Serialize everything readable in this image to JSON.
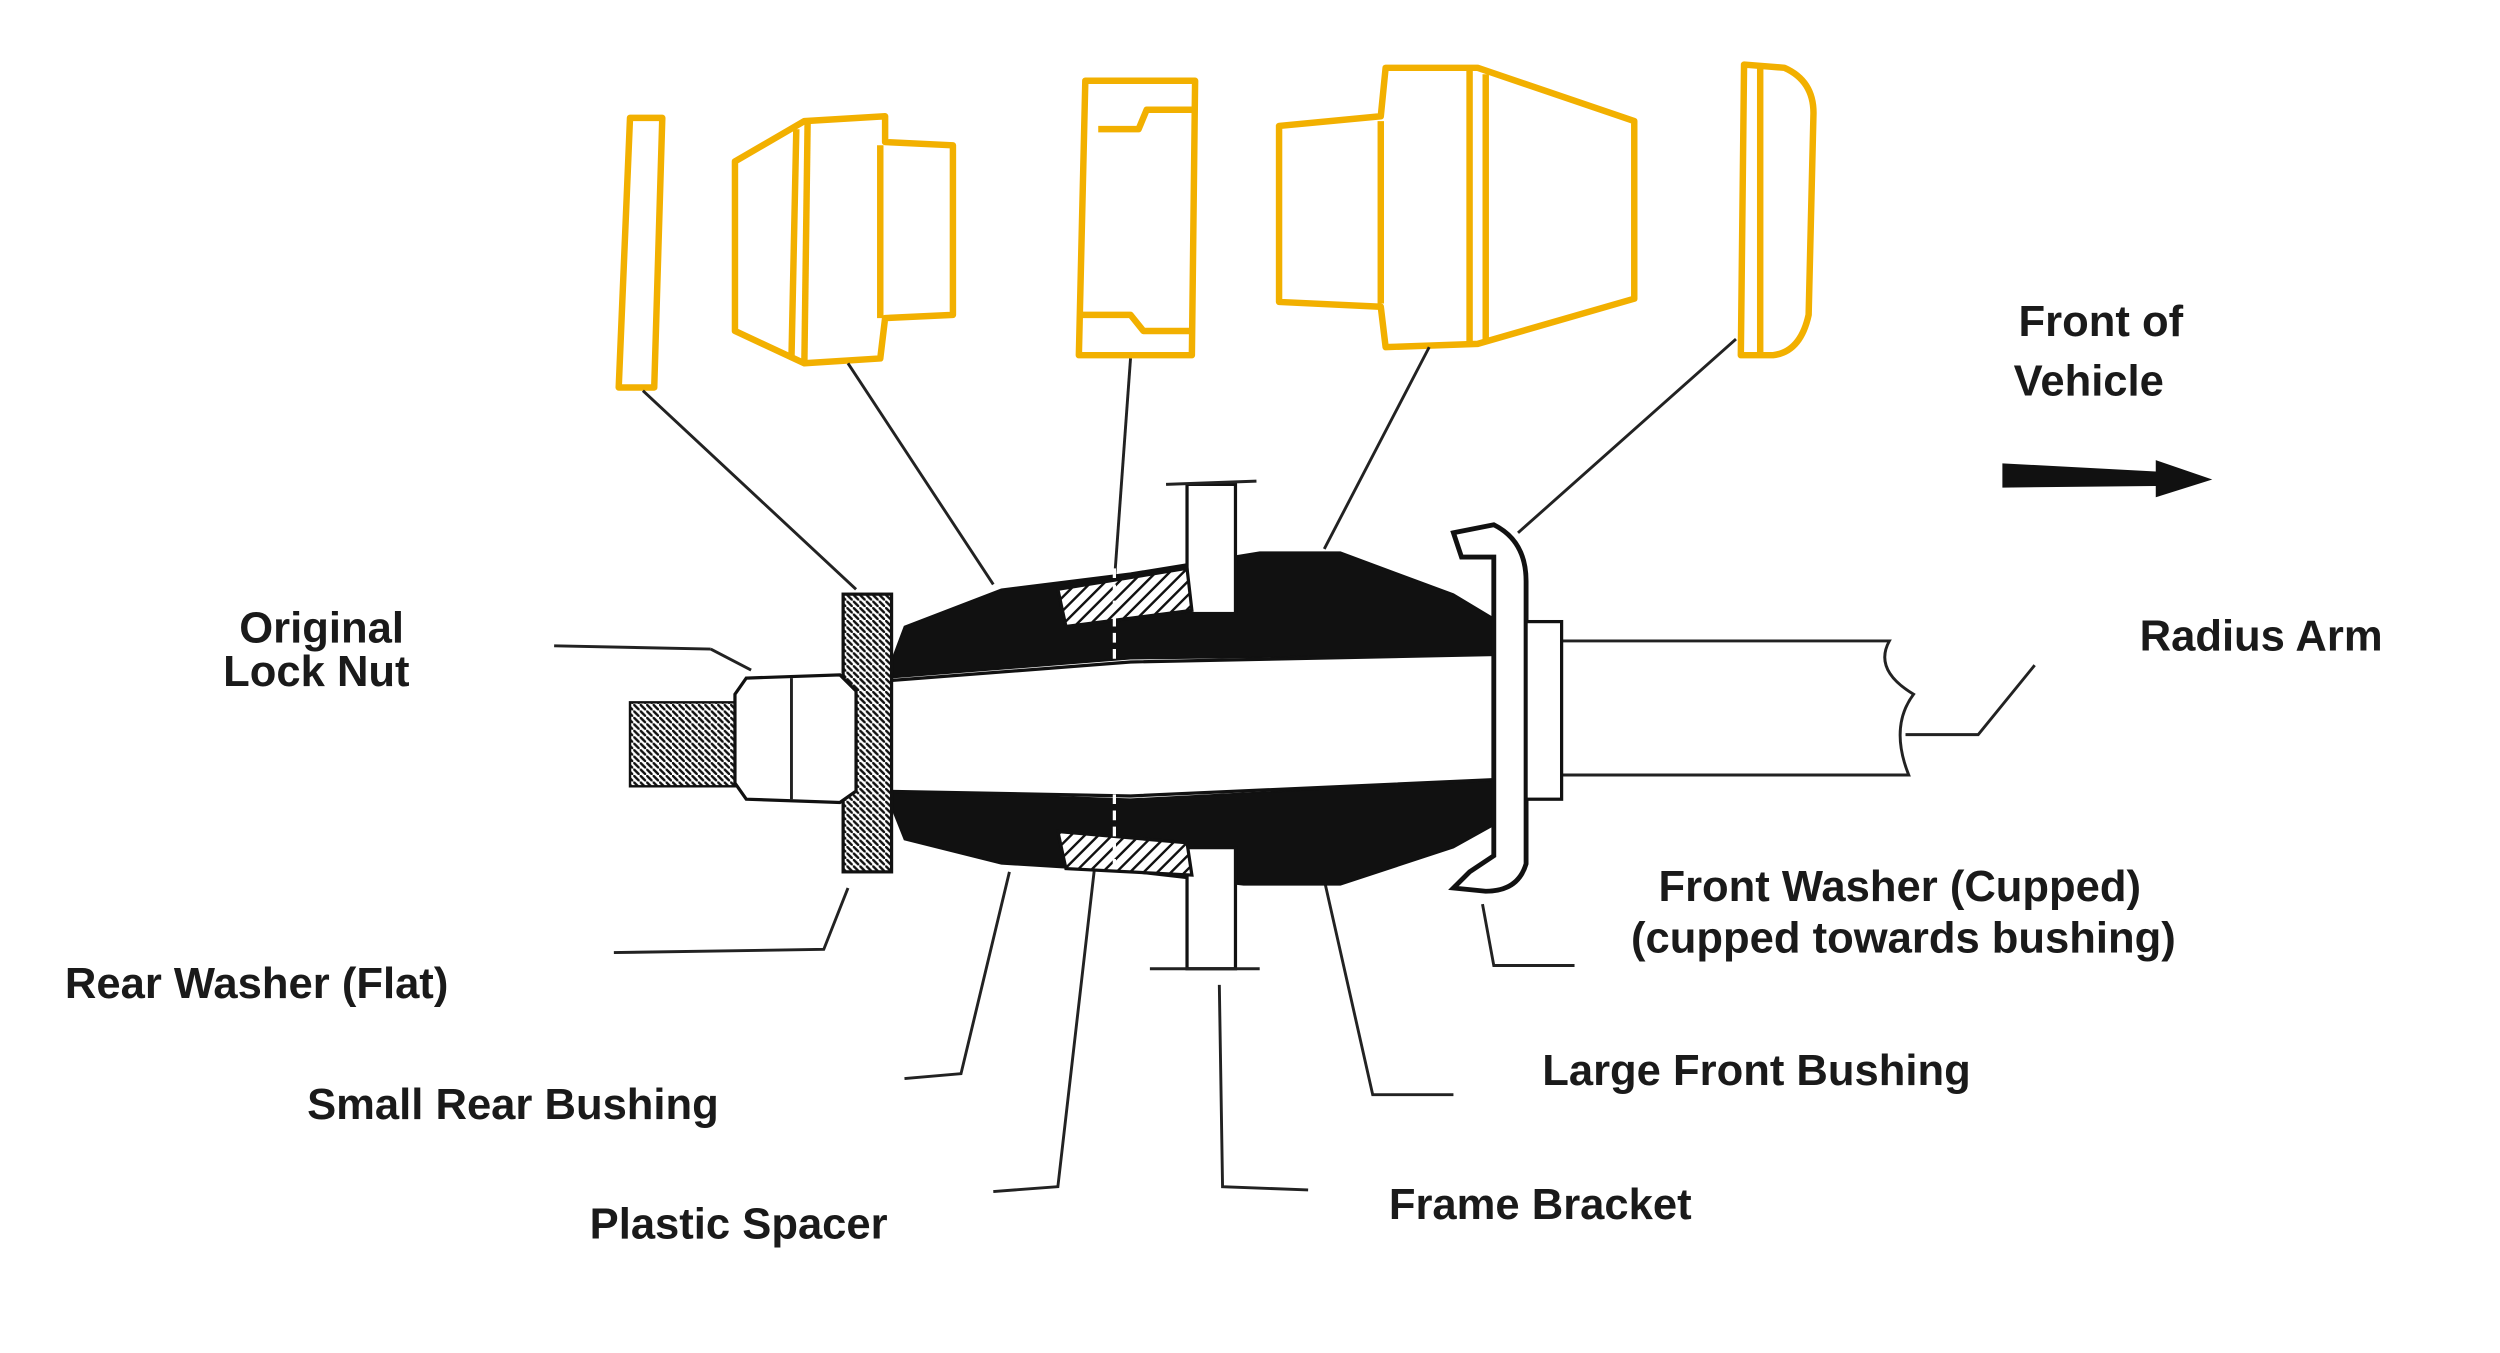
{
  "colors": {
    "part_outline": "#f2b000",
    "ink": "#111111"
  },
  "labels": {
    "front_of_vehicle_line1": "Front of",
    "front_of_vehicle_line2": "Vehicle",
    "radius_arm": "Radius Arm",
    "original_lock_nut_line1": "Original",
    "original_lock_nut_line2": "Lock Nut",
    "rear_washer": "Rear Washer (Flat)",
    "small_rear_bushing": "Small Rear Bushing",
    "plastic_spacer": "Plastic Spacer",
    "frame_bracket": "Frame Bracket",
    "large_front_bushing": "Large Front Bushing",
    "front_washer_line1": "Front Washer (Cupped)",
    "front_washer_line2": "(cupped towards bushing)"
  }
}
